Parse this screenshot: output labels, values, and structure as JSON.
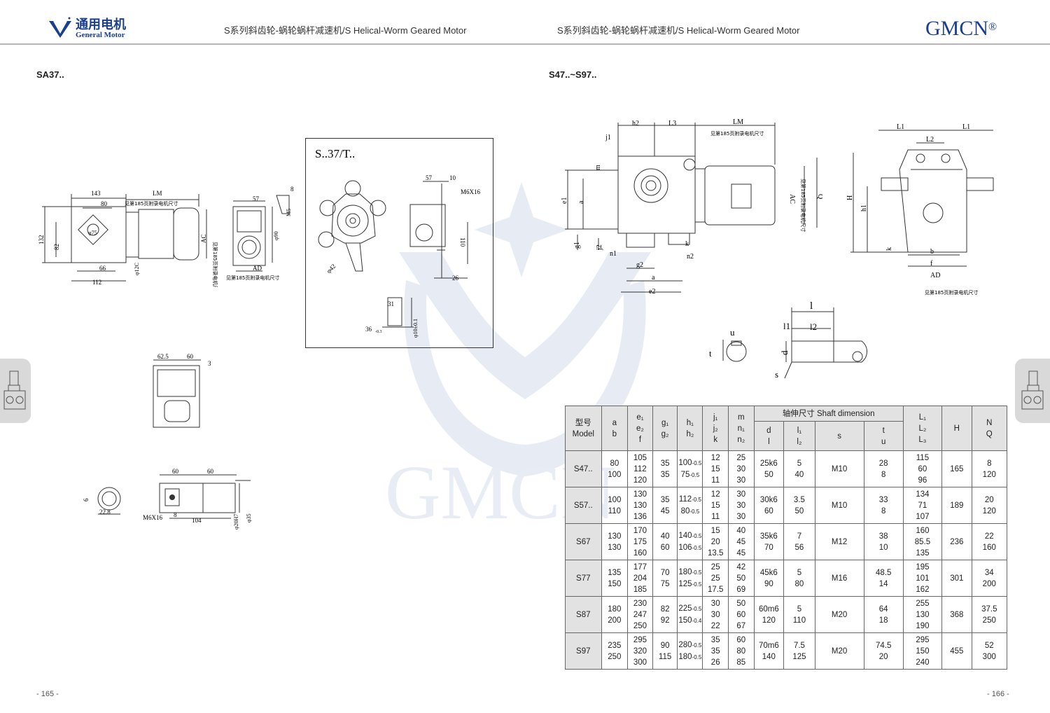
{
  "brand": {
    "cn": "通用电机",
    "en": "General Motor",
    "mark": "GMCN",
    "reg": "®"
  },
  "header": {
    "left_title": "S系列斜齿轮-蜗轮蜗杆减速机/S Helical-Worm  Geared Motor",
    "right_title": "S系列斜齿轮-蜗轮蜗杆减速机/S Helical-Worm  Geared Motor"
  },
  "left": {
    "section": "SA37..",
    "page": "- 165 -",
    "note": "见第185页附录电机尺寸",
    "dims": {
      "d143": "143",
      "lm": "LM",
      "d80": "80",
      "d75": "φ75",
      "d132": "132",
      "d82": "82",
      "d66": "66",
      "d112": "112",
      "d12c": "φ12C",
      "ac": "AC",
      "d57": "57",
      "d8": "8",
      "m5": "M5",
      "d90": "φ90",
      "ad": "AD",
      "d625": "62.5",
      "d60a": "60",
      "d3": "3",
      "d6": "6",
      "d228": "22.8",
      "d60b": "60",
      "d60c": "60",
      "m6x16": "M6X16",
      "d8b": "8",
      "d104": "104",
      "d20h7": "φ20H7",
      "d35": "φ35"
    },
    "inset": {
      "title": "S..37/T..",
      "d57": "57",
      "d10": "10",
      "m6x16": "M6X16",
      "d110": "110",
      "d42": "φ42",
      "d26": "26",
      "d31": "31",
      "d36": "36",
      "d36tol": "-0.3",
      "d10tol": "φ10±0.1"
    }
  },
  "right": {
    "section": "S47..~S97..",
    "page": "- 166 -",
    "note": "见第185页附录电机尺寸",
    "dims": {
      "h2": "h2",
      "l3": "L3",
      "lm": "LM",
      "j1": "j1",
      "m": "m",
      "e1": "e1",
      "a": "a",
      "ac": "AC",
      "q": "Q",
      "g1": "g1",
      "j2": "j2",
      "k": "k",
      "n1": "n1",
      "n2": "n2",
      "g2": "g2",
      "a2": "a",
      "e2": "e2",
      "l1a": "L1",
      "l1b": "L1",
      "l2": "L2",
      "h": "H",
      "h1": "h1",
      "k2": "k",
      "b": "b",
      "f": "f",
      "ad": "AD",
      "u": "u",
      "t": "t",
      "l": "l",
      "l1": "l1",
      "l2s": "l2",
      "d": "d",
      "s": "s"
    }
  },
  "table": {
    "header": {
      "model": [
        "型号",
        "Model"
      ],
      "ab": [
        "a",
        "b"
      ],
      "e": [
        "e₁",
        "e₂",
        "f"
      ],
      "g": [
        "g₁",
        "g₂"
      ],
      "h": [
        "h₁",
        "h₂"
      ],
      "j": [
        "j₁",
        "j₂",
        "k"
      ],
      "m": [
        "m",
        "n₁",
        "n₂"
      ],
      "shaft": "轴伸尺寸  Shaft dimension",
      "dl": [
        "d",
        "l"
      ],
      "l12": [
        "l₁",
        "l₂"
      ],
      "s": "s",
      "tu": [
        "t",
        "u"
      ],
      "L": [
        "L₁",
        "L₂",
        "L₃"
      ],
      "H": "H",
      "NQ": [
        "N",
        "Q"
      ]
    },
    "rows": [
      {
        "model": "S47..",
        "a": "80",
        "b": "100",
        "e1": "105",
        "e2": "112",
        "f": "120",
        "g1": "35",
        "g2": "35",
        "h1": "100",
        "h1t": "-0.5",
        "h2": "75",
        "h2t": "-0.5",
        "j1": "12",
        "j2": "15",
        "k": "11",
        "m": "25",
        "n1": "30",
        "n2": "30",
        "d": "25k6",
        "l": "50",
        "l1": "5",
        "l2": "40",
        "s": "M10",
        "t": "28",
        "u": "8",
        "L1": "115",
        "L2": "60",
        "L3": "96",
        "H": "165",
        "N": "8",
        "Q": "120"
      },
      {
        "model": "S57..",
        "a": "100",
        "b": "110",
        "e1": "130",
        "e2": "130",
        "f": "136",
        "g1": "35",
        "g2": "45",
        "h1": "112",
        "h1t": "-0.5",
        "h2": "80",
        "h2t": "-0.5",
        "j1": "12",
        "j2": "15",
        "k": "11",
        "m": "30",
        "n1": "30",
        "n2": "30",
        "d": "30k6",
        "l": "60",
        "l1": "3.5",
        "l2": "50",
        "s": "M10",
        "t": "33",
        "u": "8",
        "L1": "134",
        "L2": "71",
        "L3": "107",
        "H": "189",
        "N": "20",
        "Q": "120"
      },
      {
        "model": "S67",
        "a": "130",
        "b": "130",
        "e1": "170",
        "e2": "175",
        "f": "160",
        "g1": "40",
        "g2": "60",
        "h1": "140",
        "h1t": "-0.5",
        "h2": "106",
        "h2t": "-0.5",
        "j1": "15",
        "j2": "20",
        "k": "13.5",
        "m": "40",
        "n1": "45",
        "n2": "45",
        "d": "35k6",
        "l": "70",
        "l1": "7",
        "l2": "56",
        "s": "M12",
        "t": "38",
        "u": "10",
        "L1": "160",
        "L2": "85.5",
        "L3": "135",
        "H": "236",
        "N": "22",
        "Q": "160"
      },
      {
        "model": "S77",
        "a": "135",
        "b": "150",
        "e1": "177",
        "e2": "204",
        "f": "185",
        "g1": "70",
        "g2": "75",
        "h1": "180",
        "h1t": "-0.5",
        "h2": "125",
        "h2t": "-0.5",
        "j1": "25",
        "j2": "25",
        "k": "17.5",
        "m": "42",
        "n1": "50",
        "n2": "69",
        "d": "45k6",
        "l": "90",
        "l1": "5",
        "l2": "80",
        "s": "M16",
        "t": "48.5",
        "u": "14",
        "L1": "195",
        "L2": "101",
        "L3": "162",
        "H": "301",
        "N": "34",
        "Q": "200"
      },
      {
        "model": "S87",
        "a": "180",
        "b": "200",
        "e1": "230",
        "e2": "247",
        "f": "250",
        "g1": "82",
        "g2": "92",
        "h1": "225",
        "h1t": "-0.5",
        "h2": "150",
        "h2t": "-0.4",
        "j1": "30",
        "j2": "30",
        "k": "22",
        "m": "50",
        "n1": "60",
        "n2": "67",
        "d": "60m6",
        "l": "120",
        "l1": "5",
        "l2": "110",
        "s": "M20",
        "t": "64",
        "u": "18",
        "L1": "255",
        "L2": "130",
        "L3": "190",
        "H": "368",
        "N": "37.5",
        "Q": "250"
      },
      {
        "model": "S97",
        "a": "235",
        "b": "250",
        "e1": "295",
        "e2": "320",
        "f": "300",
        "g1": "90",
        "g2": "115",
        "h1": "280",
        "h1t": "-0.5",
        "h2": "180",
        "h2t": "-0.5",
        "j1": "35",
        "j2": "35",
        "k": "26",
        "m": "60",
        "n1": "80",
        "n2": "85",
        "d": "70m6",
        "l": "140",
        "l1": "7.5",
        "l2": "125",
        "s": "M20",
        "t": "74.5",
        "u": "20",
        "L1": "295",
        "L2": "150",
        "L3": "240",
        "H": "455",
        "N": "52",
        "Q": "300"
      }
    ]
  }
}
